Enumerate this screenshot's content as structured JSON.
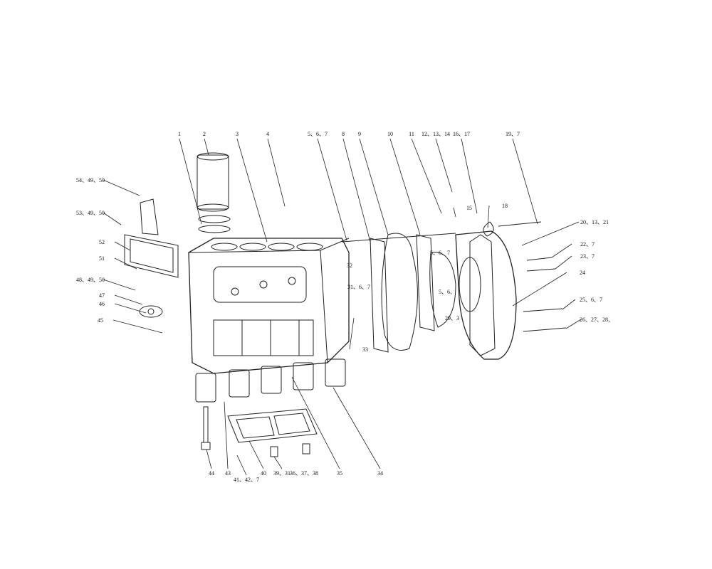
{
  "diagram": {
    "title": "",
    "callouts": [
      "1",
      "2",
      "3",
      "4",
      "5、6、7",
      "8",
      "9",
      "10",
      "11",
      "12、13、14",
      "16、17",
      "19、7",
      "54、49、50",
      "53、49、50",
      "52",
      "51",
      "48、49、50",
      "47",
      "46",
      "45",
      "15",
      "18",
      "20、13、21",
      "22、7",
      "23、7",
      "24",
      "25、6、7",
      "26、27、28、",
      "32",
      "31、6、7",
      "33",
      "5、6、7",
      "5、6、",
      "29、3",
      "44",
      "43",
      "41、42、7",
      "40",
      "39、31",
      "36、37、38",
      "35",
      "34"
    ]
  }
}
